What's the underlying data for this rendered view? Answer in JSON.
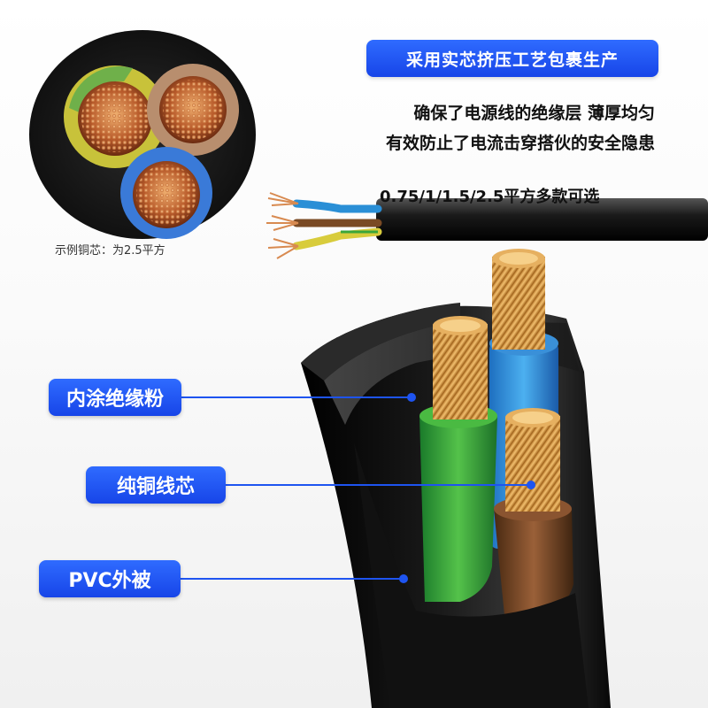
{
  "header": {
    "title_pill": "采用实芯挤压工艺包裹生产",
    "desc_line1": "确保了电源线的绝缘层 薄厚均匀",
    "desc_line2": "有效防止了电流击穿搭伙的安全隐患",
    "spec_text": "0.75/1/1.5/2.5平方多款可选"
  },
  "photo": {
    "caption": "示例铜芯：为2.5平方"
  },
  "callouts": {
    "inner_powder": "内涂绝缘粉",
    "copper_core": "纯铜线芯",
    "pvc_sheath": "PVC外被"
  },
  "colors": {
    "accent_blue": "#1e54f0",
    "sheath_black": "#151515",
    "copper": "#d99a3a",
    "wire_blue": "#2a8fd6",
    "wire_green": "#3aa63a",
    "wire_brown": "#7a4a24",
    "wire_yellow": "#d8cc3c"
  }
}
